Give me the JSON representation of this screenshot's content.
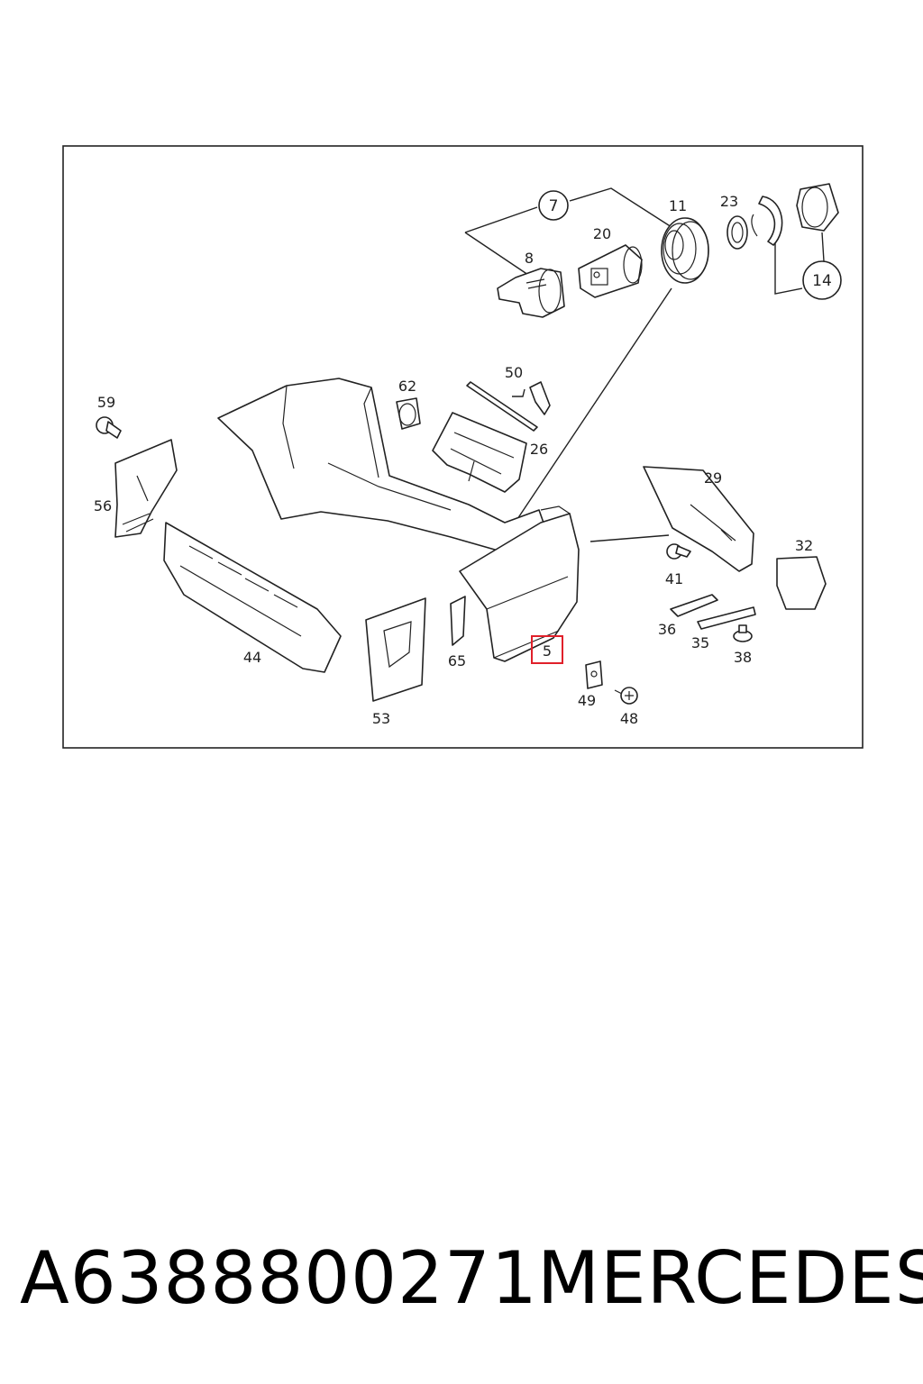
{
  "diagram": {
    "callouts": [
      {
        "id": "c7",
        "text": "7",
        "circled": true
      },
      {
        "id": "c11",
        "text": "11"
      },
      {
        "id": "c23",
        "text": "23"
      },
      {
        "id": "c14",
        "text": "14",
        "circled": true
      },
      {
        "id": "c8",
        "text": "8"
      },
      {
        "id": "c20",
        "text": "20"
      },
      {
        "id": "c62",
        "text": "62"
      },
      {
        "id": "c50",
        "text": "50"
      },
      {
        "id": "c59",
        "text": "59"
      },
      {
        "id": "c26",
        "text": "26"
      },
      {
        "id": "c29",
        "text": "29"
      },
      {
        "id": "c56",
        "text": "56"
      },
      {
        "id": "c32",
        "text": "32"
      },
      {
        "id": "c41",
        "text": "41"
      },
      {
        "id": "c36",
        "text": "36"
      },
      {
        "id": "c35",
        "text": "35"
      },
      {
        "id": "c38",
        "text": "38"
      },
      {
        "id": "c44",
        "text": "44"
      },
      {
        "id": "c65",
        "text": "65"
      },
      {
        "id": "c5",
        "text": "5",
        "highlighted": true
      },
      {
        "id": "c49",
        "text": "49"
      },
      {
        "id": "c48",
        "text": "48"
      },
      {
        "id": "c53",
        "text": "53"
      }
    ],
    "highlight_color": "#e0202a"
  },
  "footer": {
    "part_number": "A6388800271",
    "brand": "MERCEDES"
  }
}
